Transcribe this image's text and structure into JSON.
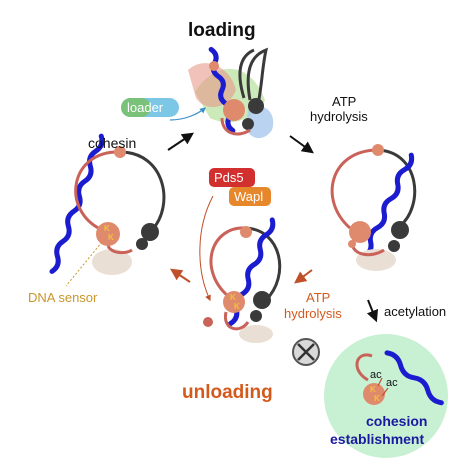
{
  "headings": {
    "loading": "loading",
    "unloading": "unloading"
  },
  "labels": {
    "cohesin": "cohesin",
    "loader": "loader",
    "atp_hydrolysis_top": [
      "ATP",
      "hydrolysis"
    ],
    "pds5": "Pds5",
    "wapl": "Wapl",
    "atp_hydrolysis_bottom": [
      "ATP",
      "hydrolysis"
    ],
    "acetylation": "acetylation",
    "dna_sensor": "DNA sensor",
    "ac_1": "ac",
    "ac_2": "ac",
    "cohesion_establishment": [
      "cohesion",
      "establishment"
    ],
    "lysine": "K"
  },
  "colors": {
    "dna": "#1b1bcf",
    "ring_red": "#c9635a",
    "ring_dark": "#3a3a3a",
    "head_red": "#e08a6d",
    "loading_text": "#111111",
    "unloading_text": "#d35a1c",
    "sensor_text": "#c8962a",
    "loader_bg": "#7cc7e6",
    "loader_fg": "#1f7a3a",
    "pds5_bg": "#d22f2f",
    "wapl_bg": "#e7872b",
    "establishment_bg": "#c8f0d2",
    "establishment_text": "#1a1aa0",
    "arrow_red": "#c0502a",
    "lysine_fill": "#f0c23a"
  }
}
